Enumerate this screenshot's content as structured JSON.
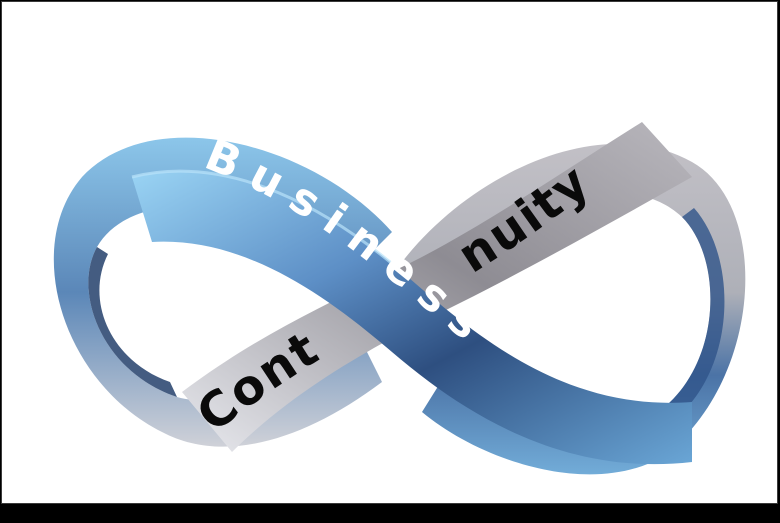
{
  "graphic": {
    "title": "Business Continuity",
    "shape": "infinity-loop-ribbon",
    "words": {
      "first": "Business",
      "second_part_a": "Cont",
      "second_part_b": "nuity",
      "second_full": "Continuity"
    },
    "colors": {
      "background": "#ffffff",
      "frame": "#000000",
      "blue_light": "#8fcbef",
      "blue_mid": "#4f7fb8",
      "blue_dark": "#2c4d7c",
      "blue_edge": "#1f3a66",
      "gray_light": "#e4e4e8",
      "gray_mid": "#a9a7ad",
      "gray_dark": "#6f6d74",
      "business_text": "#ffffff",
      "continuity_text": "#0a0a0a"
    }
  }
}
